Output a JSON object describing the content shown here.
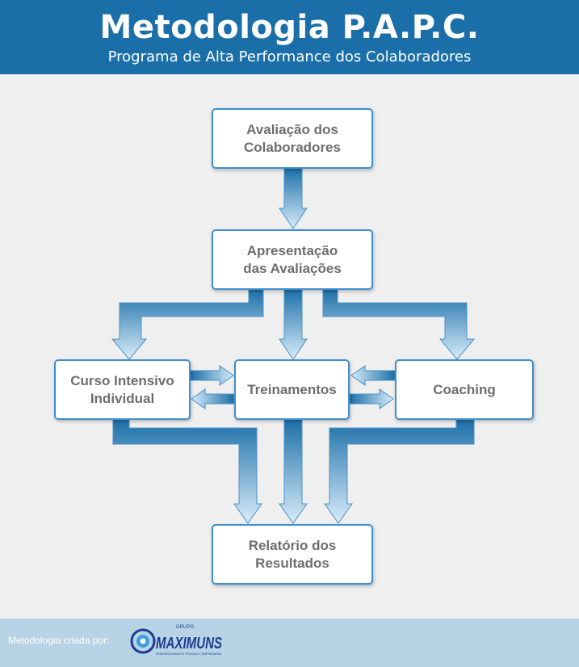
{
  "header": {
    "title": "Metodologia P.A.P.C.",
    "subtitle": "Programa de Alta Performance dos Colaboradores"
  },
  "nodes": {
    "avaliacao": "Avaliação dos\nColaboradores",
    "apresentacao": "Apresentação\ndas Avaliações",
    "curso": "Curso Intensivo\nIndividual",
    "treinamentos": "Treinamentos",
    "coaching": "Coaching",
    "relatorio": "Relatório dos\nResultados"
  },
  "footer": {
    "label": "Metodologia criada por:",
    "logo_top": "GRUPO",
    "logo_name": "MAXIMUNS",
    "logo_tagline": "DESENVOLVIMENTO PESSOAL E EMPRESARIAL"
  },
  "colors": {
    "header": "#1b6fa8",
    "arrow_dark": "#1b6fa8",
    "arrow_light": "#d8ecf9",
    "node_border": "#3f8fcf",
    "footer": "#b8d3e6"
  }
}
